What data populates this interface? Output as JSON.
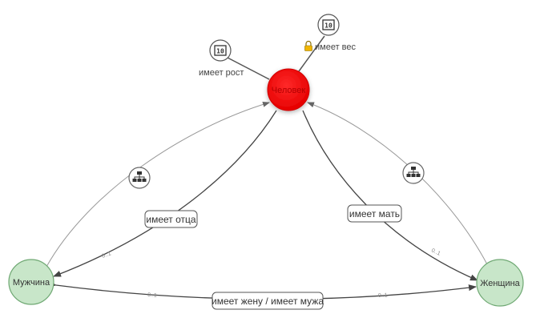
{
  "nodes": {
    "person": {
      "label": "Человек",
      "color": "#ff0000"
    },
    "man": {
      "label": "Мужчина",
      "color": "#c8e6c9"
    },
    "woman": {
      "label": "Женщина",
      "color": "#c8e6c9"
    }
  },
  "attributes": {
    "height": {
      "label": "имеет рост",
      "icon": "number-type-icon"
    },
    "weight": {
      "label": "имеет вес",
      "icon": "number-type-icon",
      "locked": true,
      "lock_icon": "lock-icon"
    }
  },
  "relations": {
    "father": {
      "label": "имеет отца",
      "multiplicity": "0..1"
    },
    "mother": {
      "label": "имеет мать",
      "multiplicity": "0..1"
    },
    "spouse": {
      "label": "имеет жену / имеет мужа",
      "multiplicity_left": "0..1",
      "multiplicity_right": "0..1"
    }
  },
  "subclass_icon": "hierarchy-icon"
}
